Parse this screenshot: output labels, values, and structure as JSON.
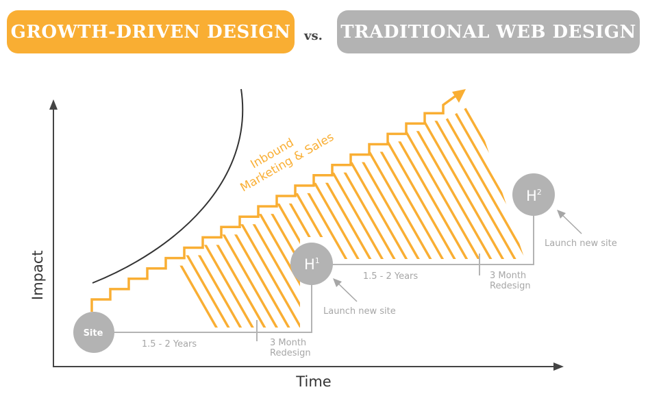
{
  "header": {
    "left_title": "GROWTH-DRIVEN DESIGN",
    "vs": "vs.",
    "right_title": "TRADITIONAL WEB DESIGN"
  },
  "diagram": {
    "y_axis_label": "Impact",
    "x_axis_label": "Time",
    "curve_label_line1": "Inbound",
    "curve_label_line2": "Marketing & Sales",
    "nodes": {
      "site": "Site",
      "h1": "H",
      "h1_sup": "1",
      "h2": "H",
      "h2_sup": "2"
    },
    "phase1": {
      "duration": "1.5 - 2 Years",
      "redesign_line1": "3 Month",
      "redesign_line2": "Redesign",
      "launch": "Launch new site"
    },
    "phase2": {
      "duration": "1.5 - 2 Years",
      "redesign_line1": "3 Month",
      "redesign_line2": "Redesign",
      "launch": "Launch new site"
    },
    "colors": {
      "orange": "#f9ae33",
      "gray": "#b3b3b3",
      "axis": "#444444"
    }
  }
}
